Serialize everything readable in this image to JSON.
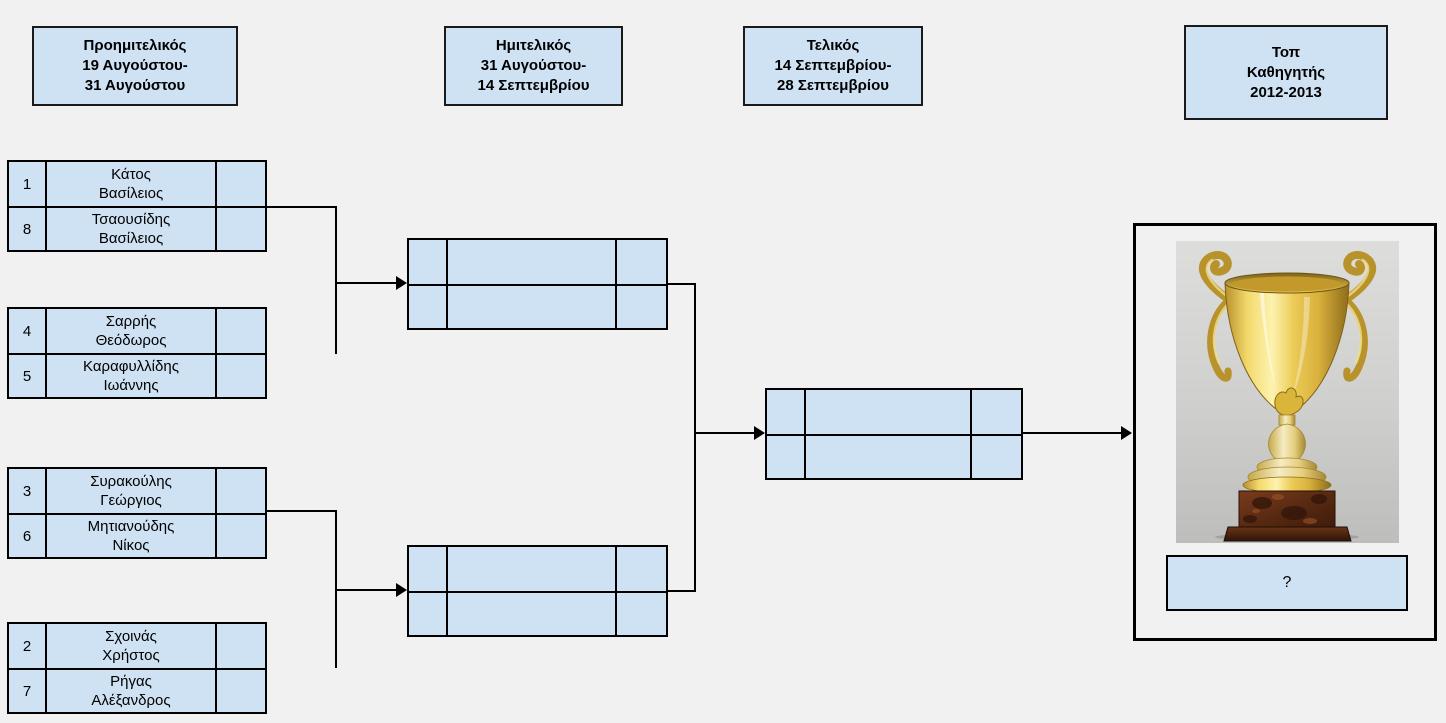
{
  "colors": {
    "background": "#f1f1f1",
    "box_fill": "#cfe2f3",
    "border": "#000000",
    "trophy_gold": "#d4af37",
    "marble_brown": "#5a2a12"
  },
  "headers": [
    {
      "id": "quarterfinal",
      "line1": "Προημιτελικός",
      "line2": "19 Αυγούστου-",
      "line3": "31 Αυγούστου"
    },
    {
      "id": "semifinal",
      "line1": "Ημιτελικός",
      "line2": "31 Αυγούστου-",
      "line3": "14 Σεπτεμβρίου"
    },
    {
      "id": "final",
      "line1": "Τελικός",
      "line2": "14 Σεπτεμβρίου-",
      "line3": "28 Σεπτεμβρίου"
    },
    {
      "id": "winner",
      "line1": "Τοπ",
      "line2": "Καθηγητής",
      "line3": "2012-2013"
    }
  ],
  "quarterfinals": {
    "pairs": [
      {
        "rows": [
          {
            "seed": "1",
            "name_line1": "Κάτος",
            "name_line2": "Βασίλειος",
            "score": ""
          },
          {
            "seed": "8",
            "name_line1": "Τσαουσίδης",
            "name_line2": "Βασίλειος",
            "score": ""
          }
        ]
      },
      {
        "rows": [
          {
            "seed": "4",
            "name_line1": "Σαρρής",
            "name_line2": "Θεόδωρος",
            "score": ""
          },
          {
            "seed": "5",
            "name_line1": "Καραφυλλίδης",
            "name_line2": "Ιωάννης",
            "score": ""
          }
        ]
      },
      {
        "rows": [
          {
            "seed": "3",
            "name_line1": "Συρακούλης",
            "name_line2": "Γεώργιος",
            "score": ""
          },
          {
            "seed": "6",
            "name_line1": "Μητιανούδης",
            "name_line2": "Νίκος",
            "score": ""
          }
        ]
      },
      {
        "rows": [
          {
            "seed": "2",
            "name_line1": "Σχοινάς",
            "name_line2": "Χρήστος",
            "score": ""
          },
          {
            "seed": "7",
            "name_line1": "Ρήγας",
            "name_line2": "Αλέξανδρος",
            "score": ""
          }
        ]
      }
    ]
  },
  "semifinals": {
    "matches": [
      {
        "rows": [
          {
            "seed": "",
            "name": "",
            "score": ""
          },
          {
            "seed": "",
            "name": "",
            "score": ""
          }
        ]
      },
      {
        "rows": [
          {
            "seed": "",
            "name": "",
            "score": ""
          },
          {
            "seed": "",
            "name": "",
            "score": ""
          }
        ]
      }
    ]
  },
  "final": {
    "rows": [
      {
        "seed": "",
        "name": "",
        "score": ""
      },
      {
        "seed": "",
        "name": "",
        "score": ""
      }
    ]
  },
  "winner": {
    "placeholder": "?",
    "trophy_icon": "gold-cup-trophy"
  }
}
